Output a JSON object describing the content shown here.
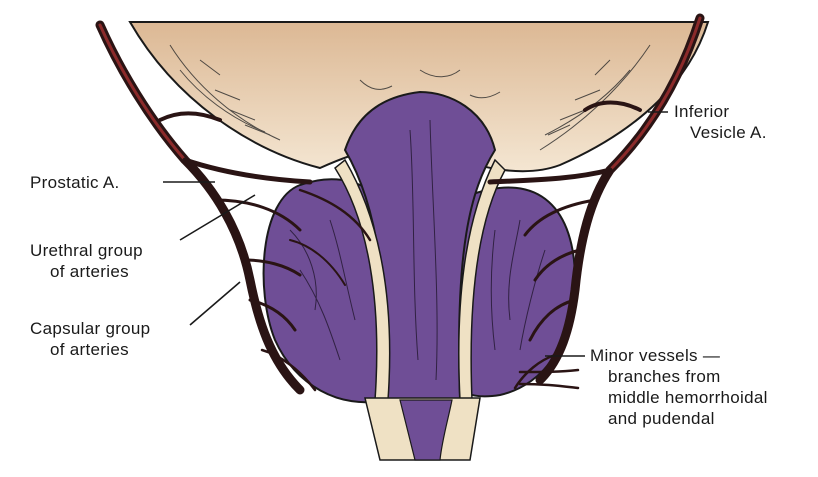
{
  "labels": {
    "prostatic": "Prostatic A.",
    "inferior_vesicle": [
      "Inferior",
      "Vesicle A."
    ],
    "urethral": [
      "Urethral group",
      "of arteries"
    ],
    "capsular": [
      "Capsular group",
      "of arteries"
    ],
    "minor": [
      "Minor vessels —",
      "branches from",
      "middle hemorrhoidal",
      "and pudendal"
    ]
  },
  "colors": {
    "bladder": "#e8caa4",
    "prostate": "#6f4e96",
    "prostate_dark": "#3a2750",
    "capsule": "#efe1c4",
    "artery": "#2a1414",
    "artery_highlight": "#8b2a2a",
    "outline": "#1a1a1a"
  }
}
